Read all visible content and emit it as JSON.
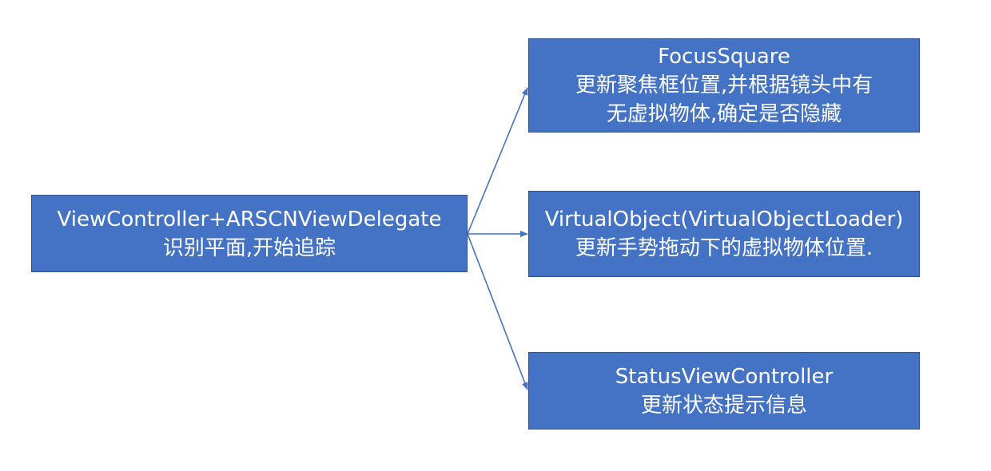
{
  "nodes": {
    "main": {
      "line1": "ViewController+ARSCNViewDelegate",
      "line2": "识别平面,开始追踪"
    },
    "focus": {
      "line1": "FocusSquare",
      "line2": "更新聚焦框位置,并根据镜头中有",
      "line3": "无虚拟物体,确定是否隐藏"
    },
    "virtual": {
      "line1": "VirtualObject(VirtualObjectLoader)",
      "line2": "更新手势拖动下的虚拟物体位置."
    },
    "status": {
      "line1": "StatusViewController",
      "line2": "更新状态提示信息"
    }
  },
  "colors": {
    "node_fill": "#4472c4",
    "node_border": "#2f528f",
    "node_text": "#ffffff",
    "arrow": "#4472c4"
  }
}
